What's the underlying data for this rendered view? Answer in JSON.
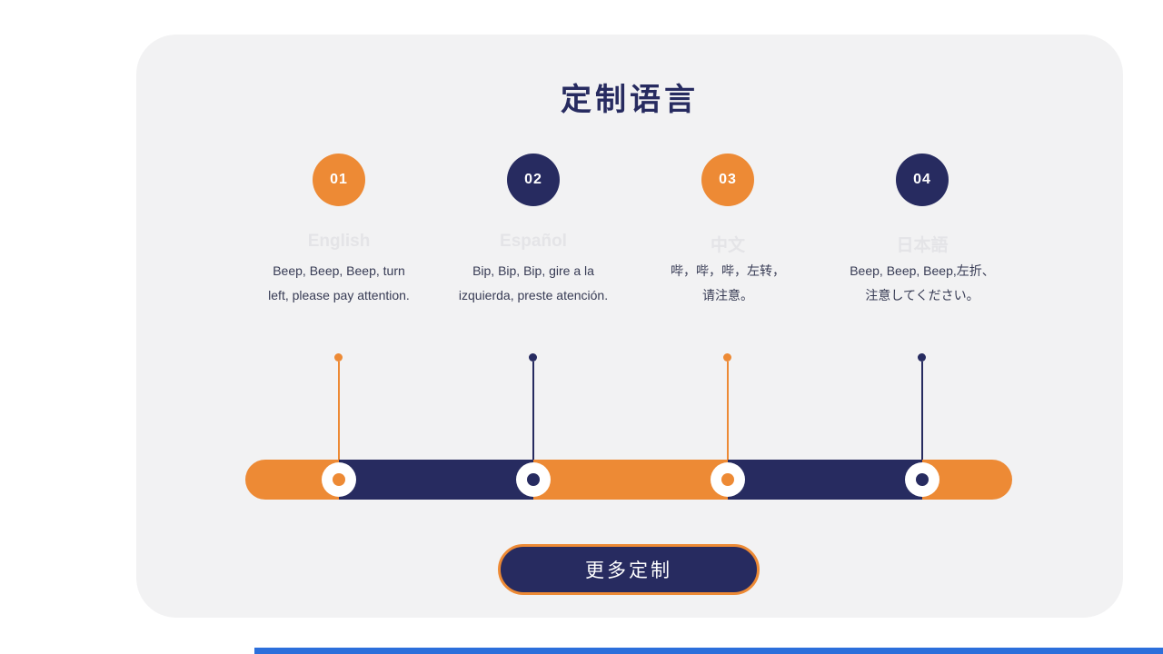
{
  "section": {
    "title": "定制语言",
    "more_button_label": "更多定制"
  },
  "languages": [
    {
      "number": "01",
      "name": "English",
      "description": "Beep, Beep, Beep, turn\nleft, please pay attention.",
      "accent": "orange"
    },
    {
      "number": "02",
      "name": "Español",
      "description": "Bip, Bip, Bip, gire a la\nizquierda, preste atención.",
      "accent": "navy"
    },
    {
      "number": "03",
      "name": "中文",
      "description": "哔，哔，哔，左转，\n请注意。",
      "accent": "orange"
    },
    {
      "number": "04",
      "name": "日本語",
      "description": "Beep, Beep, Beep,左折、\n注意してください。",
      "accent": "navy"
    }
  ],
  "colors": {
    "orange": "#ED8A35",
    "navy": "#272B60",
    "card_background": "#F2F2F3",
    "page_background": "#FFFFFF",
    "faint_label": "#E4E4E7",
    "description_text": "#373B54",
    "footer_blue": "#2C6FDB"
  }
}
